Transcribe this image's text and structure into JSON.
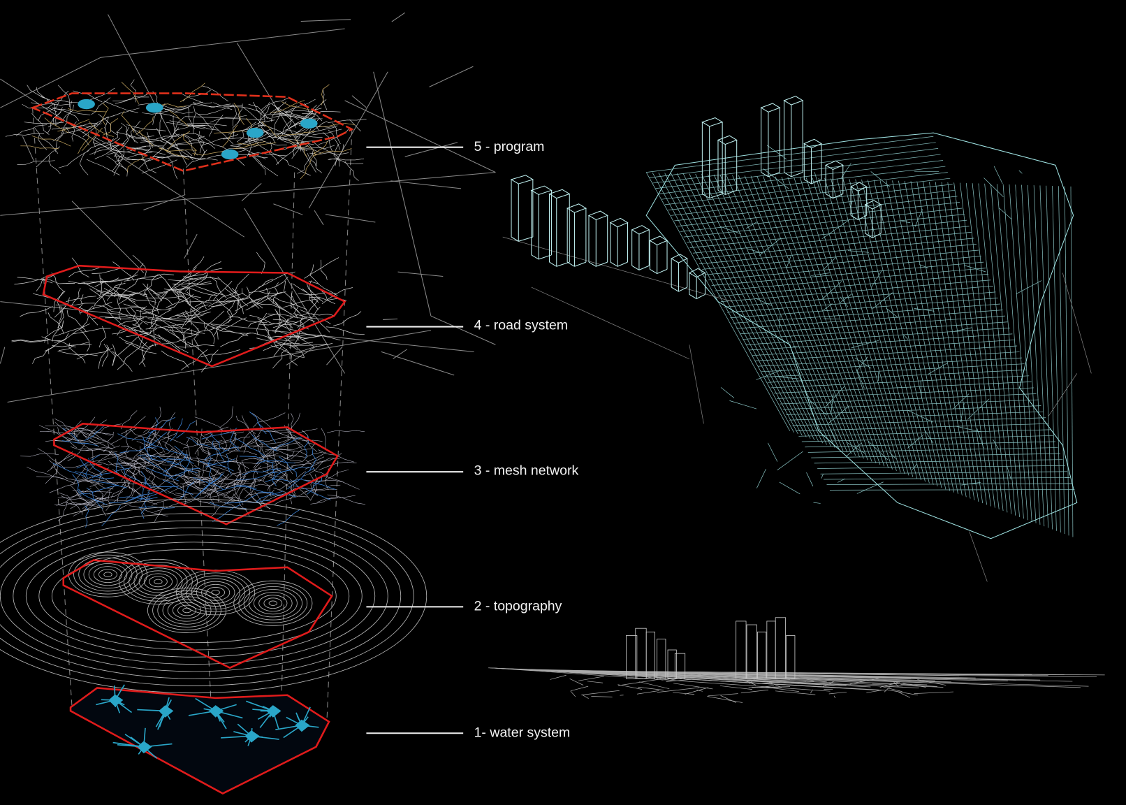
{
  "layers": [
    {
      "label": "5 - program"
    },
    {
      "label": "4 - road system"
    },
    {
      "label": "3 - mesh network"
    },
    {
      "label": "2 - topography"
    },
    {
      "label": "1- water system"
    }
  ],
  "colors": {
    "background": "#000000",
    "boundary": "#e01b1b",
    "water": "#2aa6c8",
    "mesh": "#9fe3e3",
    "lines": "#bdbdbd"
  }
}
